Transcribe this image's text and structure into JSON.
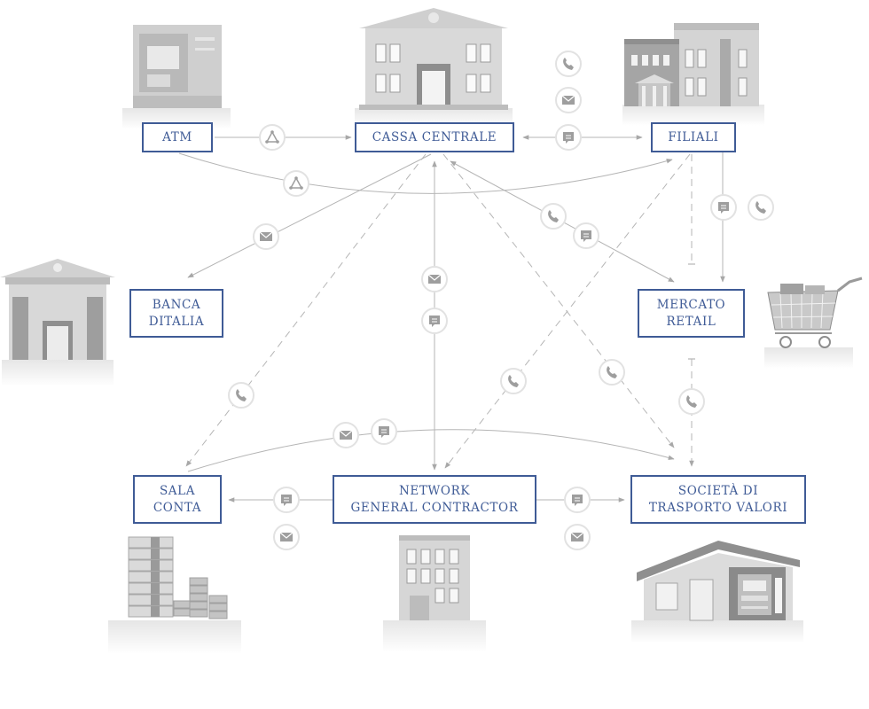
{
  "nodes": {
    "atm": {
      "lines": [
        "ATM"
      ]
    },
    "cassa_centrale": {
      "lines": [
        "CASSA CENTRALE"
      ]
    },
    "filiali": {
      "lines": [
        "FILIALI"
      ]
    },
    "banca_ditalia": {
      "lines": [
        "BANCA",
        "DITALIA"
      ]
    },
    "mercato_retail": {
      "lines": [
        "MERCATO",
        "RETAIL"
      ]
    },
    "sala_conta": {
      "lines": [
        "SALA",
        "CONTA"
      ]
    },
    "network": {
      "lines": [
        "NETWORK",
        "GENERAL CONTRACTOR"
      ]
    },
    "societa": {
      "lines": [
        "SOCIETÀ DI",
        "TRASPORTO VALORI"
      ]
    }
  },
  "channel_icons": [
    "phone-icon",
    "mail-icon",
    "chat-icon",
    "network-icon"
  ],
  "illustrations": [
    "atm-machine",
    "central-bank-building",
    "branch-buildings",
    "bank-building",
    "shopping-cart",
    "money-stacks",
    "office-building",
    "warehouse-truck"
  ],
  "colors": {
    "node_border": "#3f5b96",
    "node_text": "#3f5b96",
    "connector": "#b5b5b5",
    "icon": "#9e9e9e",
    "illustration": "#c9c9c9"
  }
}
